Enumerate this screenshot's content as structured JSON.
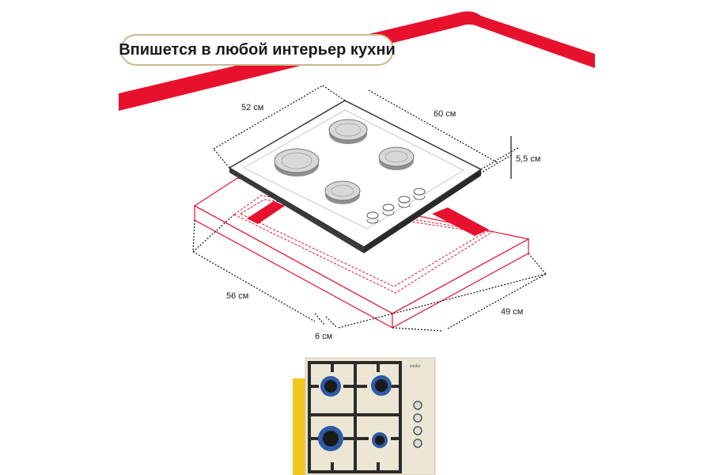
{
  "heading": "Впишется в любой интерьер кухни",
  "dimensions": {
    "depth": "52 см",
    "width": "60 см",
    "height": "5,5 см",
    "cutout_width": "56 см",
    "cutout_depth": "49 см",
    "gap": "6 см"
  },
  "photo": {
    "brand": "simfer",
    "burners": 4,
    "knobs": 4
  },
  "colors": {
    "accent_red": "#e8112d",
    "title_border": "#c9b98a",
    "photo_backdrop": "#f2c81e",
    "hob_surface": "#ece6d4",
    "grate": "#2b2b2b",
    "burner_blue": "#2e5aa8"
  }
}
